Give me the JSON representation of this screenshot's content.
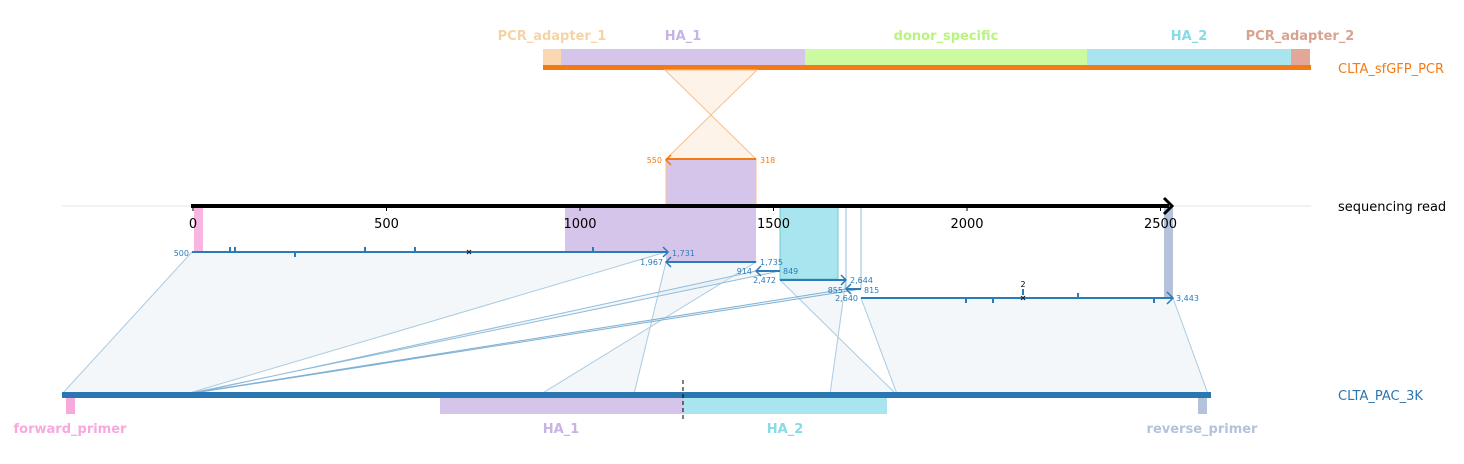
{
  "colors": {
    "adapter1": "#fcd8b2",
    "adapter1_label": "#f6d3a6",
    "ha1": "#d6c5ea",
    "ha1_label": "#c7b4e4",
    "donor": "#cdf9a0",
    "donor_label": "#b8f57c",
    "ha2": "#a9e5ee",
    "ha2_label": "#86dbe7",
    "adapter2": "#e3a799",
    "adapter2_label": "#d8a28f",
    "sfgfp": "#f47b13",
    "pac": "#2a76b0",
    "read": "#000000",
    "align": "#2b7bb9",
    "forward_primer": "#f7a8dd",
    "reverse_primer": "#b4c2dc"
  },
  "top_ref": {
    "name": "CLTA_sfGFP_PCR",
    "features": [
      {
        "id": "pcr-adapter-1",
        "label": "PCR_adapter_1",
        "color_key": "adapter1"
      },
      {
        "id": "ha-1",
        "label": "HA_1",
        "color_key": "ha1"
      },
      {
        "id": "donor-specific",
        "label": "donor_specific",
        "color_key": "donor"
      },
      {
        "id": "ha-2",
        "label": "HA_2",
        "color_key": "ha2"
      },
      {
        "id": "pcr-adapter-2",
        "label": "PCR_adapter_2",
        "color_key": "adapter2"
      }
    ]
  },
  "read": {
    "name": "sequencing read",
    "ticks": [
      "0",
      "500",
      "1000",
      "1500",
      "2000",
      "2500"
    ]
  },
  "bottom_ref": {
    "name": "CLTA_PAC_3K",
    "features": [
      {
        "id": "forward-primer",
        "label": "forward_primer",
        "color_key": "forward_primer"
      },
      {
        "id": "ha-1",
        "label": "HA_1",
        "color_key": "ha1"
      },
      {
        "id": "ha-2",
        "label": "HA_2",
        "color_key": "ha2"
      },
      {
        "id": "reverse-primer",
        "label": "reverse_primer",
        "color_key": "reverse_primer"
      }
    ]
  },
  "alignment_labels": {
    "sfgfp_start": "550",
    "sfgfp_end": "318",
    "a1_start": "500",
    "a1_end": "1,731",
    "a2_start": "1,967",
    "a2_end": "1,735",
    "a3_start": "914",
    "a3_end": "849",
    "a4_start": "2,472",
    "a4_end": "2,644",
    "a5_start": "855",
    "a5_end": "815",
    "a6_start": "2,640",
    "a6_end": "3,443",
    "insertion_count": "2"
  }
}
